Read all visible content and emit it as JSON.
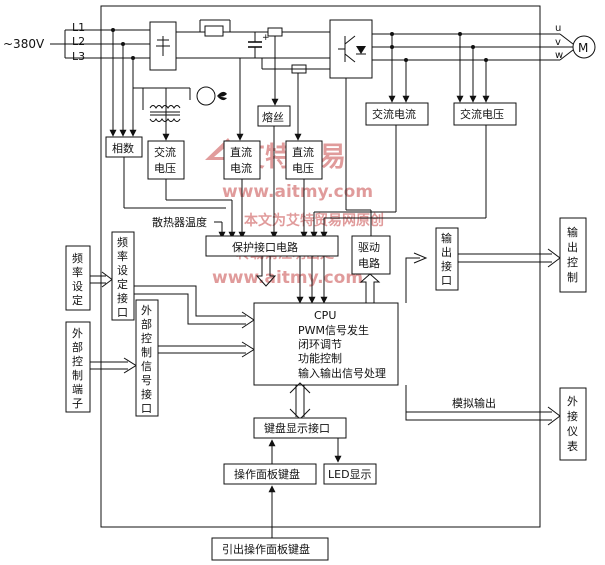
{
  "supply": {
    "label": "~380V",
    "phases": [
      "L1",
      "L2",
      "L3"
    ]
  },
  "outputs": {
    "phases": [
      "u",
      "v",
      "w"
    ],
    "motor": "M"
  },
  "boxes": {
    "phase_seq": "相数",
    "ac_voltage_in": [
      "交流",
      "电压"
    ],
    "dc_current": [
      "直流",
      "电流"
    ],
    "dc_voltage": [
      "直流",
      "电压"
    ],
    "fuse": "熔丝",
    "ac_current_out": "交流电流",
    "ac_voltage_out": "交流电压",
    "heatsink_temp": "散热器温度",
    "protection": "保护接口电路",
    "driver": [
      "驱动",
      "电路"
    ],
    "output_iface": [
      "输",
      "出",
      "接",
      "口"
    ],
    "output_control": [
      "输",
      "出",
      "控",
      "制"
    ],
    "freq_setting": [
      "频",
      "率",
      "设",
      "定"
    ],
    "freq_setting_iface": [
      "频",
      "率",
      "设",
      "定",
      "接",
      "口"
    ],
    "ext_ctrl_terminal": [
      "外",
      "部",
      "控",
      "制",
      "端",
      "子"
    ],
    "ext_ctrl_signal_iface": [
      "外",
      "部",
      "控",
      "制",
      "信",
      "号",
      "接",
      "口"
    ],
    "cpu_title": "CPU",
    "cpu_lines": [
      "PWM信号发生",
      "闭环调节",
      "功能控制",
      "输入输出信号处理"
    ],
    "keyboard_display_iface": "键盘显示接口",
    "panel_keyboard": "操作面板键盘",
    "led_display": "LED显示",
    "remote_keyboard": "引出操作面板键盘",
    "analog_output": "模拟输出",
    "ext_meter": [
      "外",
      "接",
      "仪",
      "表"
    ]
  },
  "watermark": {
    "brand": "艾特贸易",
    "url": "www.aitmy.com",
    "line1": "本文为艾特贸易网原创",
    "line2": "转载请注明出处"
  }
}
